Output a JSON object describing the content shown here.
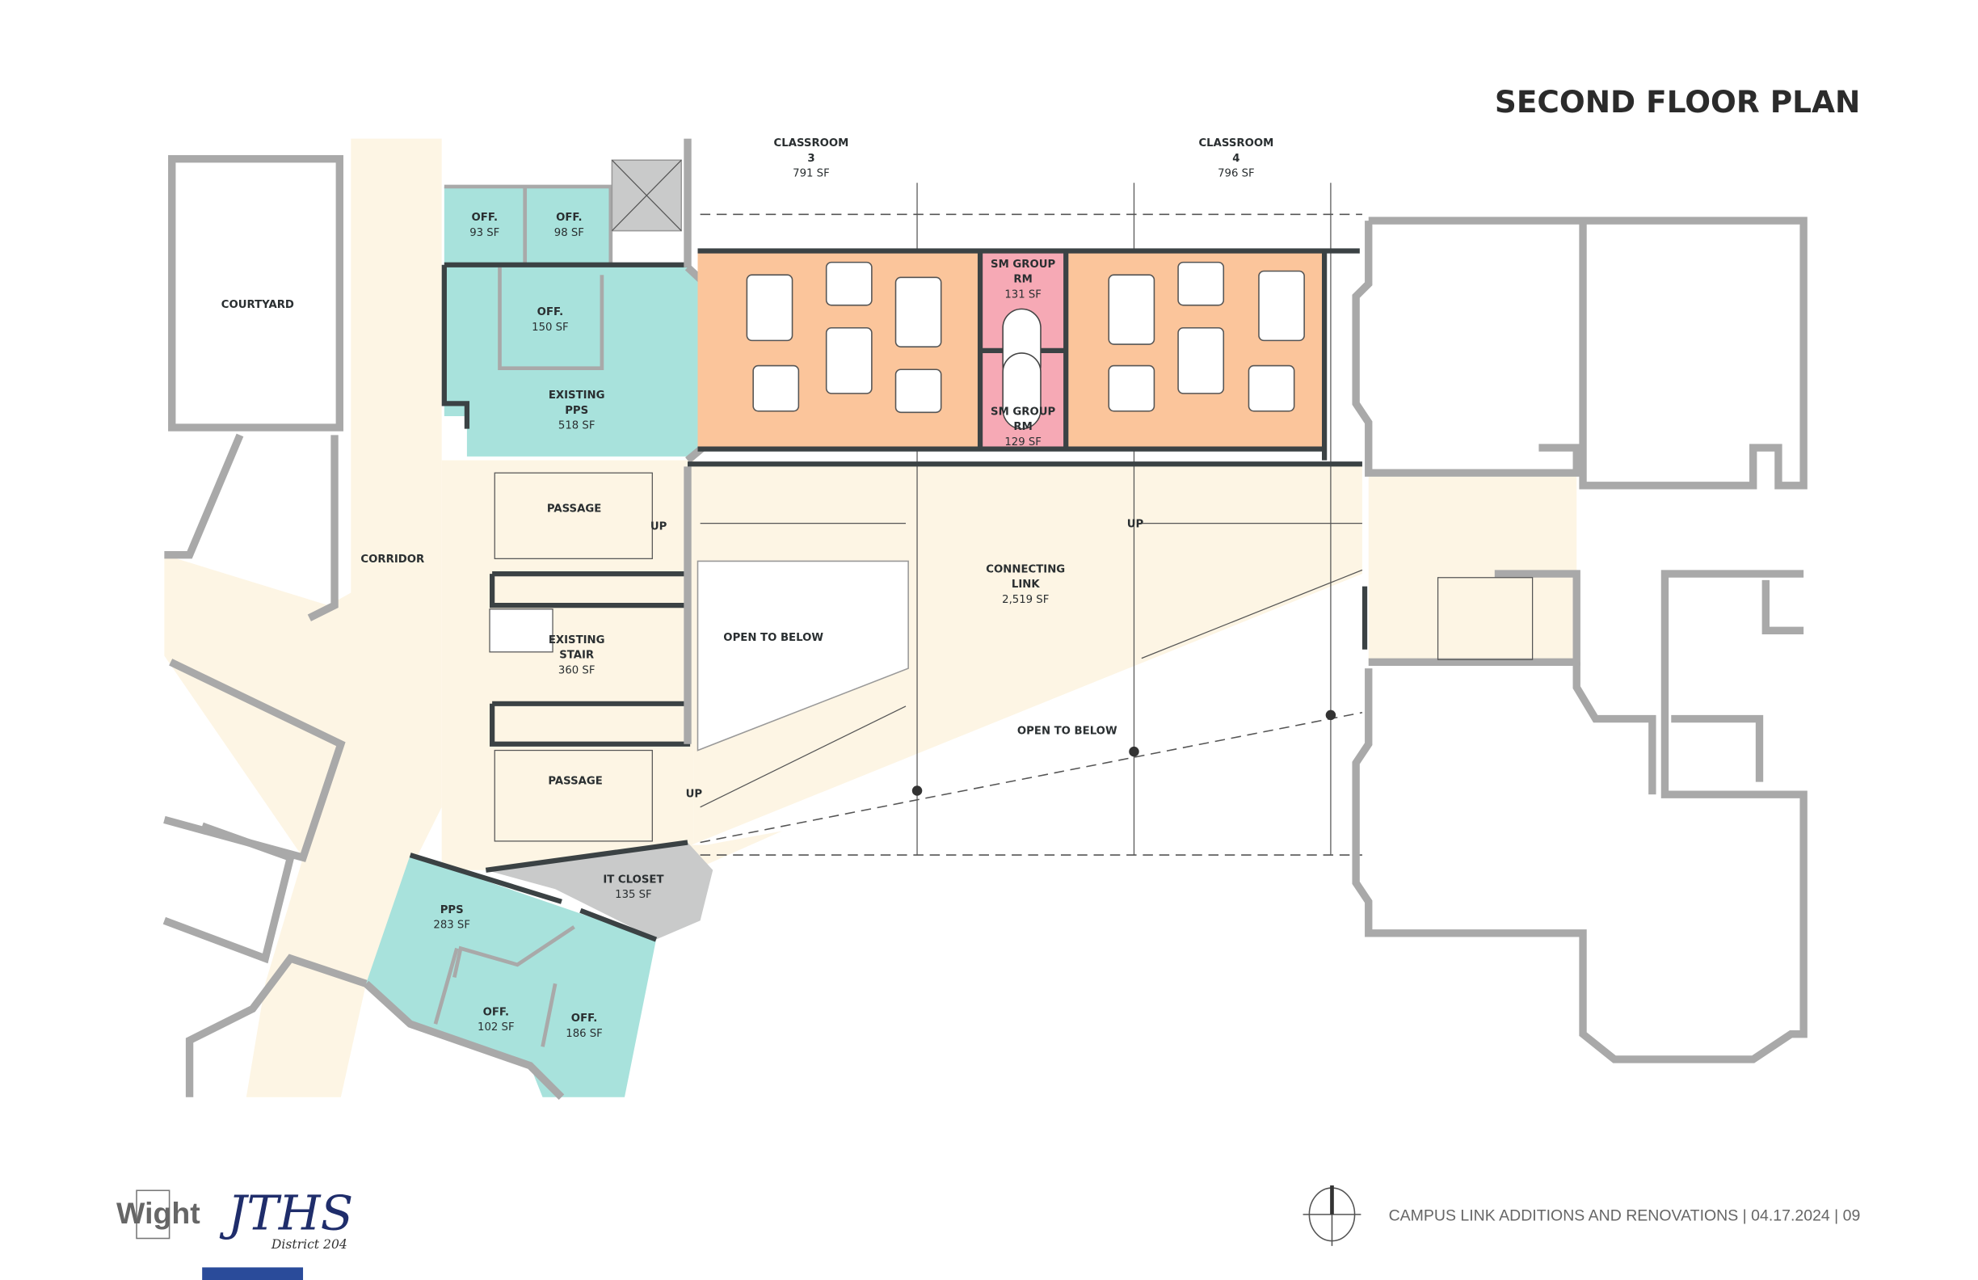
{
  "title": "SECOND FLOOR PLAN",
  "footer": {
    "project_line": "CAMPUS LINK ADDITIONS AND RENOVATIONS | 04.17.2024 | 09"
  },
  "logos": {
    "architect": "Wight",
    "client": "JTHS",
    "client_sub": "District 204"
  },
  "colors": {
    "office_teal": "#a8e2dc",
    "classroom_orange": "#fbc59b",
    "group_room_pink": "#f6a9b5",
    "circulation_cream": "#fdf5e4",
    "service_gray": "#c9caca",
    "existing_wall": "#a9a9a9",
    "new_wall": "#3b4244"
  },
  "rooms": {
    "classroom3": {
      "name": "CLASSROOM",
      "number": "3",
      "area": "791 SF"
    },
    "classroom4": {
      "name": "CLASSROOM",
      "number": "4",
      "area": "796 SF"
    },
    "sm_group_1": {
      "name": "SM GROUP",
      "name2": "RM",
      "area": "131 SF"
    },
    "sm_group_2": {
      "name": "SM GROUP",
      "name2": "RM",
      "area": "129 SF"
    },
    "off_93": {
      "name": "OFF.",
      "area": "93 SF"
    },
    "off_98": {
      "name": "OFF.",
      "area": "98 SF"
    },
    "off_150": {
      "name": "OFF.",
      "area": "150 SF"
    },
    "existing_pps": {
      "name": "EXISTING",
      "name2": "PPS",
      "area": "518 SF"
    },
    "courtyard": {
      "name": "COURTYARD"
    },
    "corridor": {
      "name": "CORRIDOR"
    },
    "passage_top": {
      "name": "PASSAGE",
      "stair": "UP"
    },
    "passage_bottom": {
      "name": "PASSAGE",
      "stair": "UP"
    },
    "existing_stair": {
      "name": "EXISTING",
      "name2": "STAIR",
      "area": "360 SF"
    },
    "open_below_1": {
      "name": "OPEN TO BELOW"
    },
    "open_below_2": {
      "name": "OPEN TO BELOW"
    },
    "connecting_link": {
      "name": "CONNECTING",
      "name2": "LINK",
      "area": "2,519 SF",
      "stair": "UP"
    },
    "it_closet": {
      "name": "IT CLOSET",
      "area": "135 SF"
    },
    "pps": {
      "name": "PPS",
      "area": "283 SF"
    },
    "off_102": {
      "name": "OFF.",
      "area": "102 SF"
    },
    "off_186": {
      "name": "OFF.",
      "area": "186 SF"
    }
  }
}
